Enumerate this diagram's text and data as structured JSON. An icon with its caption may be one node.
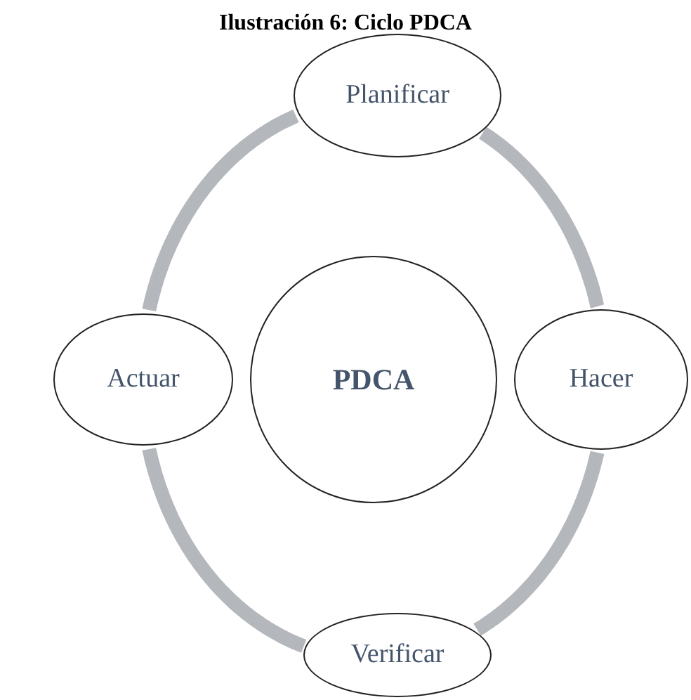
{
  "diagram": {
    "title": "Ilustración 6: Ciclo PDCA",
    "nodes": [
      {
        "text": [
          "PDCA"
        ]
      },
      {
        "text": [
          "Planificar"
        ]
      },
      {
        "text": [
          "Hacer"
        ]
      },
      {
        "text": [
          "Verificar"
        ]
      },
      {
        "text": [
          "Actuar"
        ]
      }
    ],
    "edges": [
      {
        "from": 1,
        "to": 2,
        "arrow": "none"
      },
      {
        "from": 2,
        "to": 3,
        "arrow": "none"
      },
      {
        "from": 3,
        "to": 4,
        "arrow": "none"
      },
      {
        "from": 4,
        "to": 1,
        "arrow": "none"
      }
    ]
  }
}
